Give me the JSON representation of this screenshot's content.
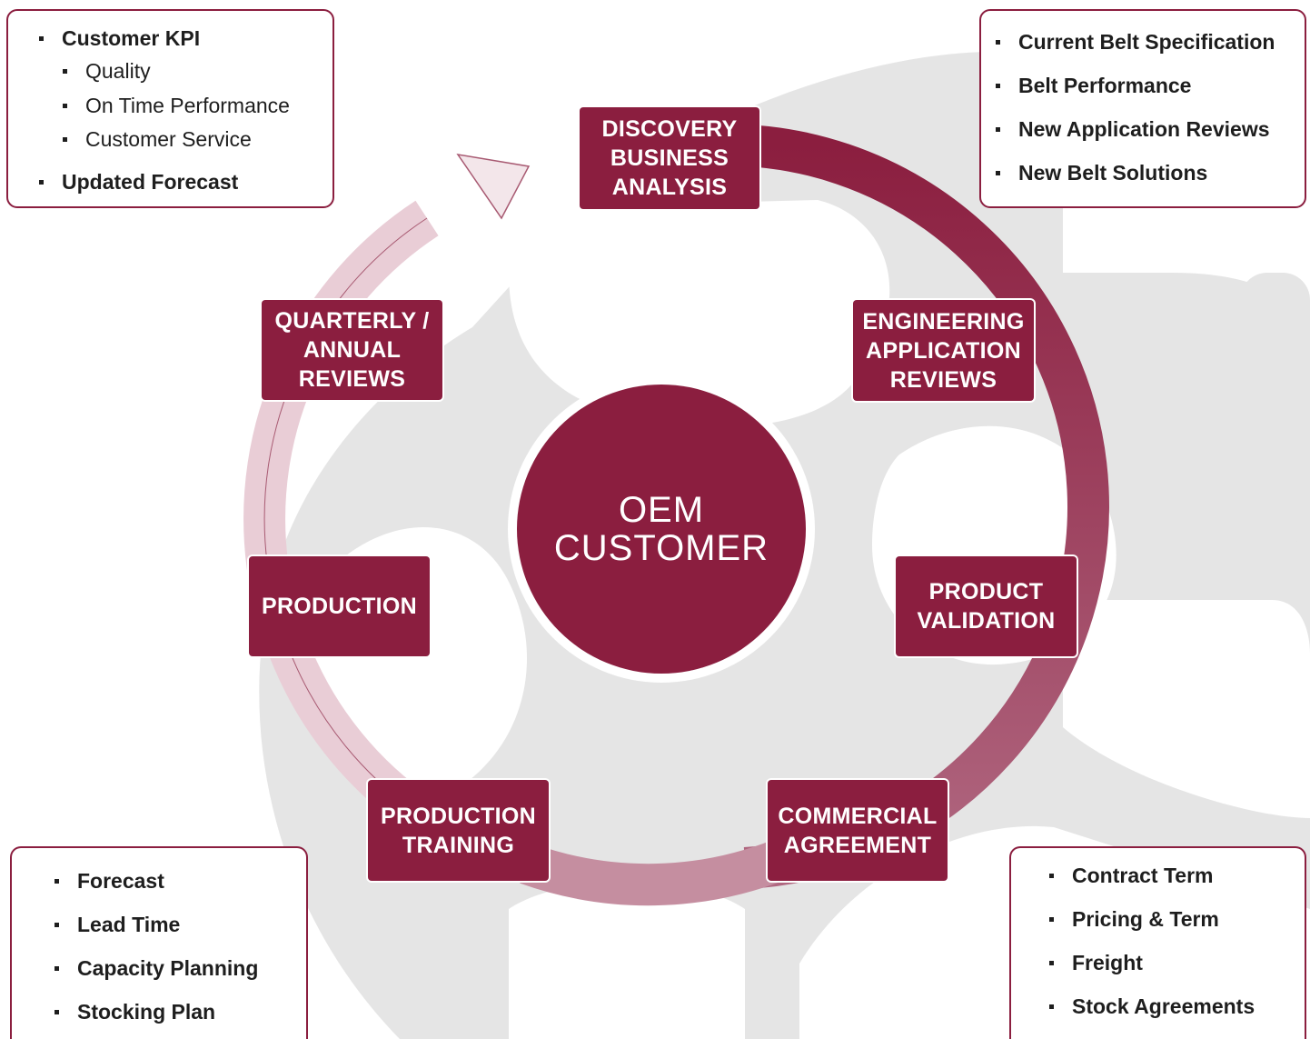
{
  "center": {
    "line1": "OEM",
    "line2": "CUSTOMER"
  },
  "steps": {
    "discovery": "DISCOVERY\nBUSINESS\nANALYSIS",
    "engineering": "ENGINEERING\nAPPLICATION\nREVIEWS",
    "validation": "PRODUCT\nVALIDATION",
    "commercial": "COMMERCIAL\nAGREEMENT",
    "training": "PRODUCTION\nTRAINING",
    "production": "PRODUCTION",
    "reviews": "QUARTERLY /\nANNUAL\nREVIEWS"
  },
  "boxes": {
    "top_left": {
      "kpi": "Customer KPI",
      "quality": "Quality",
      "on_time": "On Time Performance",
      "service": "Customer Service",
      "forecast": "Updated Forecast"
    },
    "top_right": {
      "spec": "Current Belt Specification",
      "performance": "Belt Performance",
      "reviews": "New Application Reviews",
      "solutions": "New Belt Solutions"
    },
    "bottom_left": {
      "forecast": "Forecast",
      "lead_time": "Lead Time",
      "capacity": "Capacity Planning",
      "stocking": "Stocking Plan"
    },
    "bottom_right": {
      "contract": "Contract Term",
      "pricing": "Pricing & Term",
      "freight": "Freight",
      "stock": "Stock Agreements"
    }
  },
  "colors": {
    "primary": "#8b1e3f",
    "arrow_start": "#8b1e3f",
    "arrow_end": "#f3e6ea",
    "gear": "#e5e5e5"
  }
}
